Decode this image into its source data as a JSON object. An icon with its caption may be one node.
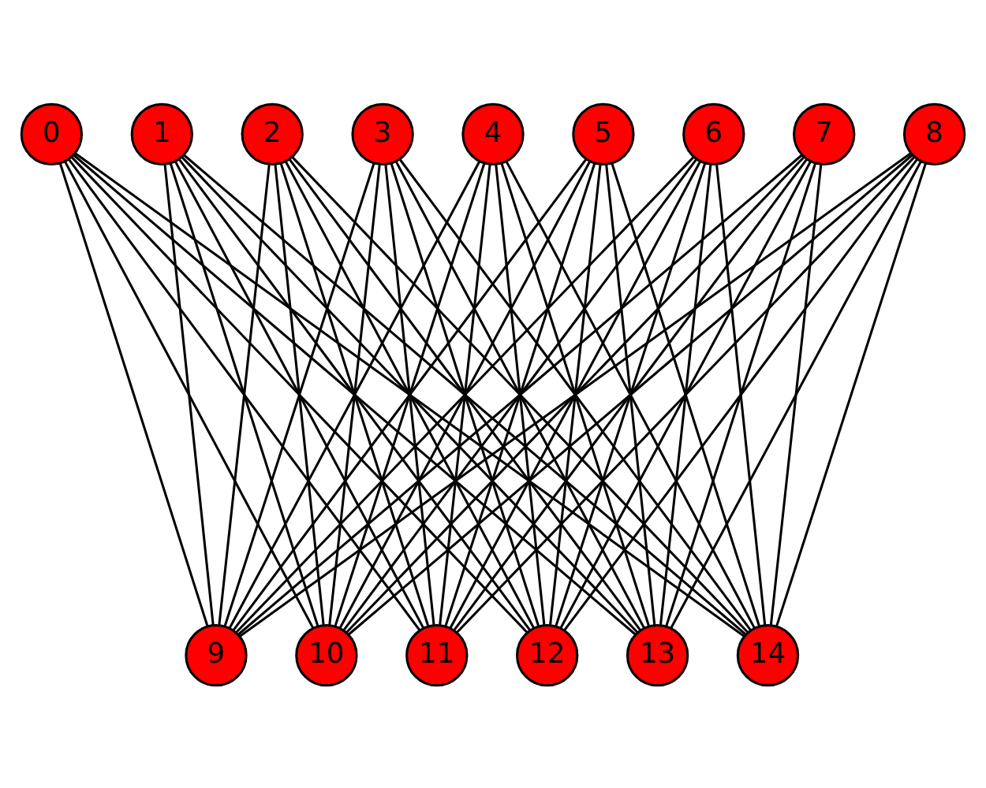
{
  "diagram": {
    "nodes": [
      {
        "text": [
          "0"
        ]
      },
      {
        "text": [
          "1"
        ]
      },
      {
        "text": [
          "2"
        ]
      },
      {
        "text": [
          "3"
        ]
      },
      {
        "text": [
          "4"
        ]
      },
      {
        "text": [
          "5"
        ]
      },
      {
        "text": [
          "6"
        ]
      },
      {
        "text": [
          "7"
        ]
      },
      {
        "text": [
          "8"
        ]
      },
      {
        "text": [
          "9"
        ]
      },
      {
        "text": [
          "10"
        ]
      },
      {
        "text": [
          "11"
        ]
      },
      {
        "text": [
          "12"
        ]
      },
      {
        "text": [
          "13"
        ]
      },
      {
        "text": [
          "14"
        ]
      }
    ],
    "edges": [
      {
        "from": 0,
        "to": 9,
        "arrow": "none"
      },
      {
        "from": 0,
        "to": 10,
        "arrow": "none"
      },
      {
        "from": 0,
        "to": 11,
        "arrow": "none"
      },
      {
        "from": 0,
        "to": 12,
        "arrow": "none"
      },
      {
        "from": 0,
        "to": 13,
        "arrow": "none"
      },
      {
        "from": 0,
        "to": 14,
        "arrow": "none"
      },
      {
        "from": 1,
        "to": 9,
        "arrow": "none"
      },
      {
        "from": 1,
        "to": 10,
        "arrow": "none"
      },
      {
        "from": 1,
        "to": 11,
        "arrow": "none"
      },
      {
        "from": 1,
        "to": 12,
        "arrow": "none"
      },
      {
        "from": 1,
        "to": 13,
        "arrow": "none"
      },
      {
        "from": 1,
        "to": 14,
        "arrow": "none"
      },
      {
        "from": 2,
        "to": 9,
        "arrow": "none"
      },
      {
        "from": 2,
        "to": 10,
        "arrow": "none"
      },
      {
        "from": 2,
        "to": 11,
        "arrow": "none"
      },
      {
        "from": 2,
        "to": 12,
        "arrow": "none"
      },
      {
        "from": 2,
        "to": 13,
        "arrow": "none"
      },
      {
        "from": 2,
        "to": 14,
        "arrow": "none"
      },
      {
        "from": 3,
        "to": 9,
        "arrow": "none"
      },
      {
        "from": 3,
        "to": 10,
        "arrow": "none"
      },
      {
        "from": 3,
        "to": 11,
        "arrow": "none"
      },
      {
        "from": 3,
        "to": 12,
        "arrow": "none"
      },
      {
        "from": 3,
        "to": 13,
        "arrow": "none"
      },
      {
        "from": 3,
        "to": 14,
        "arrow": "none"
      },
      {
        "from": 4,
        "to": 9,
        "arrow": "none"
      },
      {
        "from": 4,
        "to": 10,
        "arrow": "none"
      },
      {
        "from": 4,
        "to": 11,
        "arrow": "none"
      },
      {
        "from": 4,
        "to": 12,
        "arrow": "none"
      },
      {
        "from": 4,
        "to": 13,
        "arrow": "none"
      },
      {
        "from": 4,
        "to": 14,
        "arrow": "none"
      },
      {
        "from": 5,
        "to": 9,
        "arrow": "none"
      },
      {
        "from": 5,
        "to": 10,
        "arrow": "none"
      },
      {
        "from": 5,
        "to": 11,
        "arrow": "none"
      },
      {
        "from": 5,
        "to": 12,
        "arrow": "none"
      },
      {
        "from": 5,
        "to": 13,
        "arrow": "none"
      },
      {
        "from": 5,
        "to": 14,
        "arrow": "none"
      },
      {
        "from": 6,
        "to": 9,
        "arrow": "none"
      },
      {
        "from": 6,
        "to": 10,
        "arrow": "none"
      },
      {
        "from": 6,
        "to": 11,
        "arrow": "none"
      },
      {
        "from": 6,
        "to": 12,
        "arrow": "none"
      },
      {
        "from": 6,
        "to": 13,
        "arrow": "none"
      },
      {
        "from": 6,
        "to": 14,
        "arrow": "none"
      },
      {
        "from": 7,
        "to": 9,
        "arrow": "none"
      },
      {
        "from": 7,
        "to": 10,
        "arrow": "none"
      },
      {
        "from": 7,
        "to": 11,
        "arrow": "none"
      },
      {
        "from": 7,
        "to": 12,
        "arrow": "none"
      },
      {
        "from": 7,
        "to": 13,
        "arrow": "none"
      },
      {
        "from": 7,
        "to": 14,
        "arrow": "none"
      },
      {
        "from": 8,
        "to": 9,
        "arrow": "none"
      },
      {
        "from": 8,
        "to": 10,
        "arrow": "none"
      },
      {
        "from": 8,
        "to": 11,
        "arrow": "none"
      },
      {
        "from": 8,
        "to": 12,
        "arrow": "none"
      },
      {
        "from": 8,
        "to": 13,
        "arrow": "none"
      },
      {
        "from": 8,
        "to": 14,
        "arrow": "none"
      }
    ]
  }
}
